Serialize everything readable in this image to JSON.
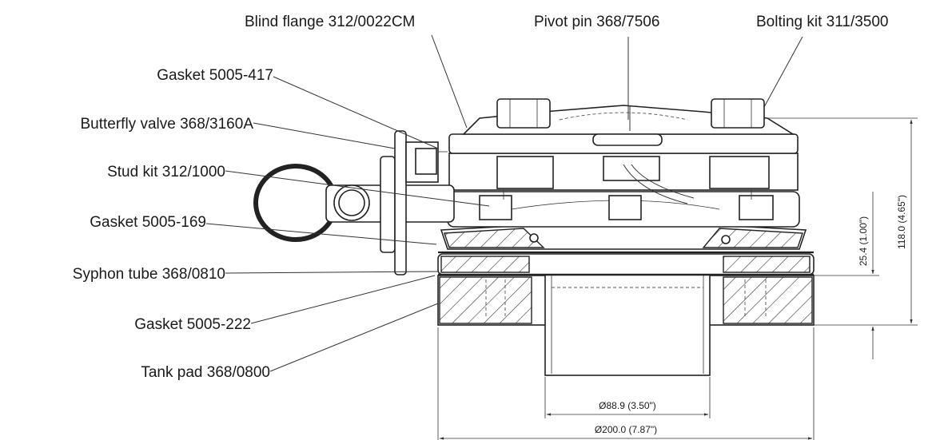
{
  "callouts": {
    "blind_flange": "Blind flange 312/0022CM",
    "pivot_pin": "Pivot pin 368/7506",
    "bolting_kit": "Bolting kit 311/3500",
    "gasket_417": "Gasket 5005-417",
    "butterfly_valve": "Butterfly valve 368/3160A",
    "stud_kit": "Stud kit 312/1000",
    "gasket_169": "Gasket 5005-169",
    "syphon_tube": "Syphon tube 368/0810",
    "gasket_222": "Gasket 5005-222",
    "tank_pad": "Tank pad 368/0800"
  },
  "dimensions": {
    "overall_height": "118.0 (4.65\")",
    "pad_height": "25.4 (1.00\")",
    "tube_diameter": "Ø88.9 (3.50\")",
    "pad_diameter": "Ø200.0 (7.87\")"
  }
}
